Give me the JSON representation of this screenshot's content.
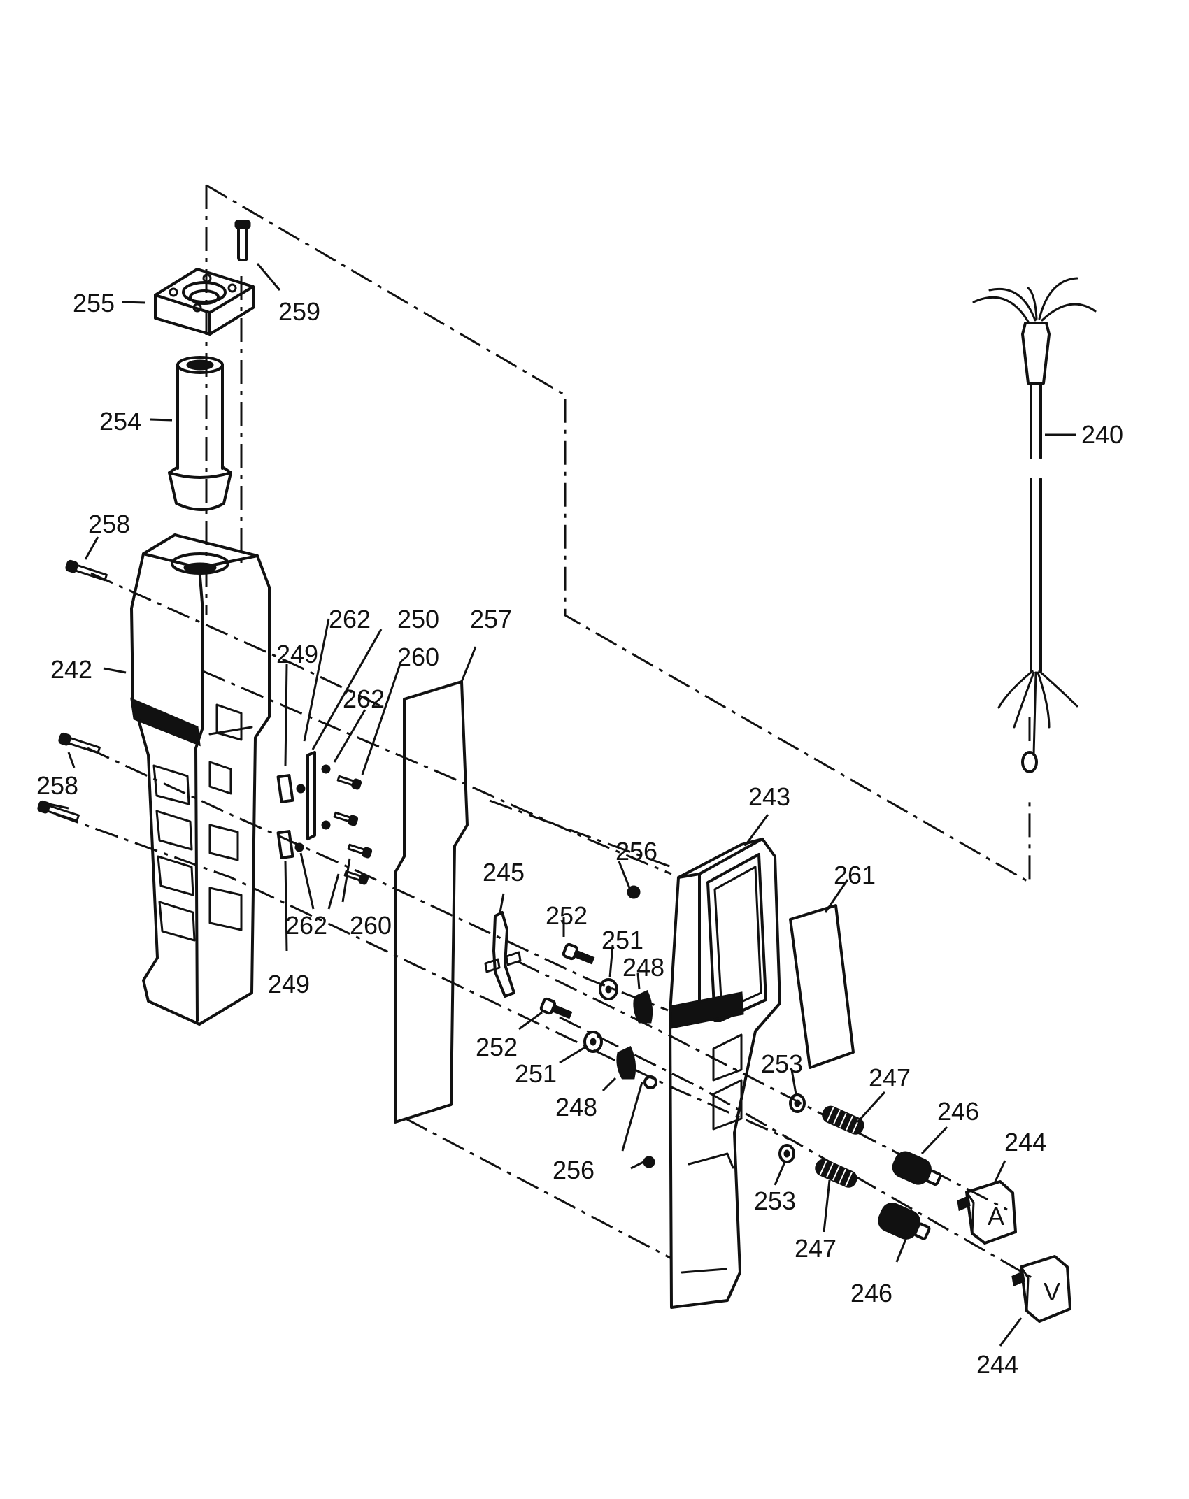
{
  "callouts": [
    {
      "id": "c240",
      "text": "240"
    },
    {
      "id": "c242",
      "text": "242"
    },
    {
      "id": "c243",
      "text": "243"
    },
    {
      "id": "c244a",
      "text": "244"
    },
    {
      "id": "c244b",
      "text": "244"
    },
    {
      "id": "c245",
      "text": "245"
    },
    {
      "id": "c246a",
      "text": "246"
    },
    {
      "id": "c246b",
      "text": "246"
    },
    {
      "id": "c247a",
      "text": "247"
    },
    {
      "id": "c247b",
      "text": "247"
    },
    {
      "id": "c248a",
      "text": "248"
    },
    {
      "id": "c248b",
      "text": "248"
    },
    {
      "id": "c249a",
      "text": "249"
    },
    {
      "id": "c249b",
      "text": "249"
    },
    {
      "id": "c250",
      "text": "250"
    },
    {
      "id": "c251a",
      "text": "251"
    },
    {
      "id": "c251b",
      "text": "251"
    },
    {
      "id": "c252a",
      "text": "252"
    },
    {
      "id": "c252b",
      "text": "252"
    },
    {
      "id": "c253a",
      "text": "253"
    },
    {
      "id": "c253b",
      "text": "253"
    },
    {
      "id": "c254",
      "text": "254"
    },
    {
      "id": "c255",
      "text": "255"
    },
    {
      "id": "c256a",
      "text": "256"
    },
    {
      "id": "c256b",
      "text": "256"
    },
    {
      "id": "c257",
      "text": "257"
    },
    {
      "id": "c258a",
      "text": "258"
    },
    {
      "id": "c258b",
      "text": "258"
    },
    {
      "id": "c259",
      "text": "259"
    },
    {
      "id": "c260a",
      "text": "260"
    },
    {
      "id": "c260b",
      "text": "260"
    },
    {
      "id": "c261",
      "text": "261"
    },
    {
      "id": "c262a",
      "text": "262"
    },
    {
      "id": "c262b",
      "text": "262"
    },
    {
      "id": "c262c",
      "text": "262"
    }
  ],
  "button_symbols": {
    "up": "A",
    "down": "V"
  }
}
